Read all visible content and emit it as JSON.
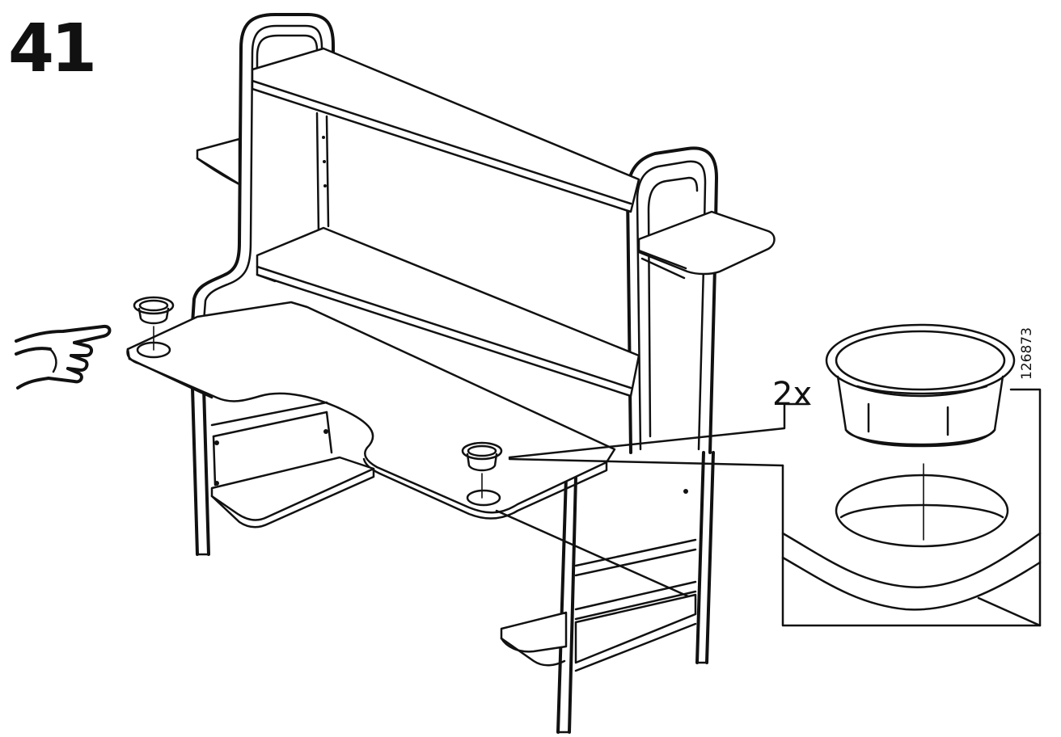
{
  "step": {
    "number": "41"
  },
  "detail": {
    "quantity": "2x"
  },
  "document": {
    "part_number": "126873"
  },
  "icons": {
    "pointing_hand": "pointing-hand-icon"
  }
}
